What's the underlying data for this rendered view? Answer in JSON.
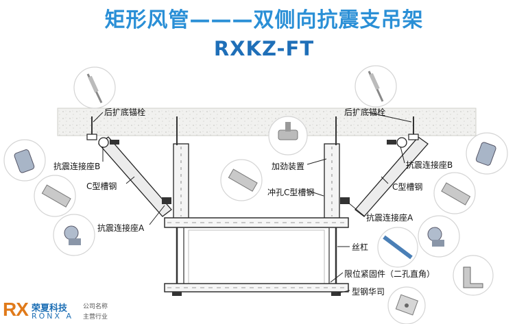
{
  "header": {
    "title": "矩形风管———双侧向抗震支吊架",
    "model": "RXKZ-FT"
  },
  "labels": {
    "anchor_left": "后扩底锚栓",
    "anchor_right": "后扩底锚栓",
    "seat_b_left": "抗震连接座B",
    "seat_b_right": "抗震连接座B",
    "channel_left": "C型槽钢",
    "channel_right": "C型槽钢",
    "seat_a_left": "抗震连接座A",
    "seat_a_right": "抗震连接座A",
    "fastener": "加劲装置",
    "punched_channel": "冲孔C型槽钢",
    "rod": "丝杠",
    "limit": "限位紧固件（二孔直角）",
    "washer": "型钢华司"
  },
  "logo": {
    "mark": "RX",
    "cn": "荣夏科技",
    "en": "RONX A",
    "company": "公司名称",
    "business": "主营行业"
  },
  "colors": {
    "title": "#2a8fd6",
    "subtitle": "#1f6fb8",
    "logo_orange": "#e07a1a",
    "logo_blue": "#1d6fb5",
    "steel": "#e8e8e8",
    "outline": "#222222"
  }
}
